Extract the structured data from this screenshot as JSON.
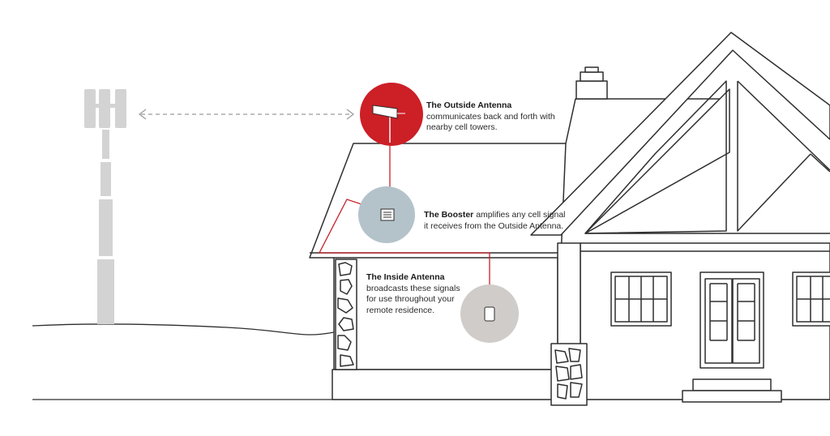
{
  "captions": {
    "outside_antenna": {
      "title": "The Outside Antenna",
      "text": "communicates back and forth with nearby cell towers."
    },
    "booster": {
      "title": "The Booster",
      "text": "amplifies any cell signal it receives from the Outside Antenna."
    },
    "inside_antenna": {
      "title": "The Inside Antenna",
      "text": "broadcasts these signals for use throughout your remote residence."
    }
  },
  "colors": {
    "line": "#2e2e2e",
    "cable": "#c8202a",
    "outside_antenna_circle": "#cc1f26",
    "booster_circle": "#b4c3ca",
    "inside_antenna_circle": "#d0ccc9",
    "tower": "#d3d3d3",
    "signal_arrow": "#9a9a9a"
  },
  "icons": {
    "tower": "cell-tower-icon",
    "outside_antenna": "yagi-antenna-icon",
    "booster": "signal-booster-icon",
    "inside_antenna": "dome-antenna-icon"
  }
}
